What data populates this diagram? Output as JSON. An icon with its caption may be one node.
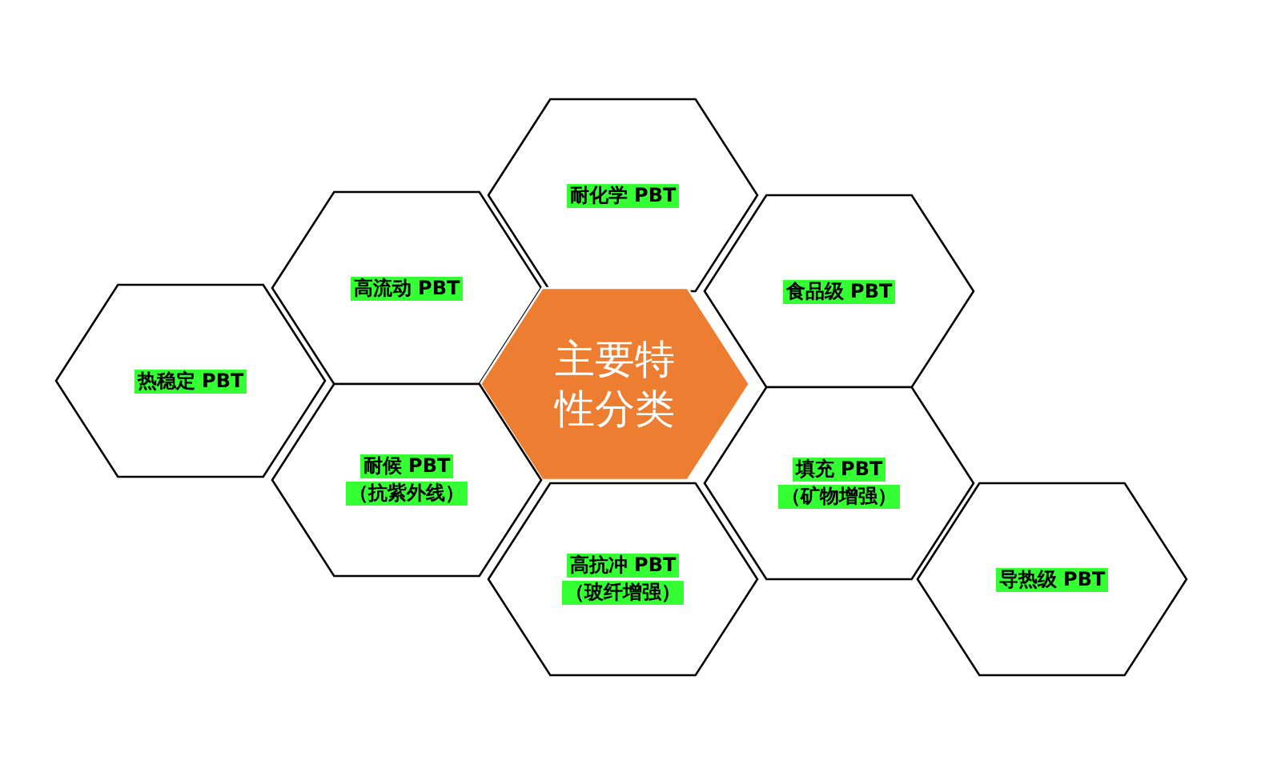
{
  "diagram": {
    "nodes": [
      {
        "text": [
          "耐化学 PBT"
        ]
      },
      {
        "text": [
          "高流动 PBT"
        ]
      },
      {
        "text": [
          "食品级 PBT"
        ]
      },
      {
        "text": [
          "热稳定 PBT"
        ]
      },
      {
        "text": [
          "主要特性分类"
        ]
      },
      {
        "text": [
          "耐候 PBT",
          "（抗紫外线）"
        ]
      },
      {
        "text": [
          "填充 PBT",
          "（矿物增强）"
        ]
      },
      {
        "text": [
          "高抗冲 PBT",
          "（玻纤增强）"
        ]
      },
      {
        "text": [
          "导热级 PBT"
        ]
      }
    ]
  }
}
